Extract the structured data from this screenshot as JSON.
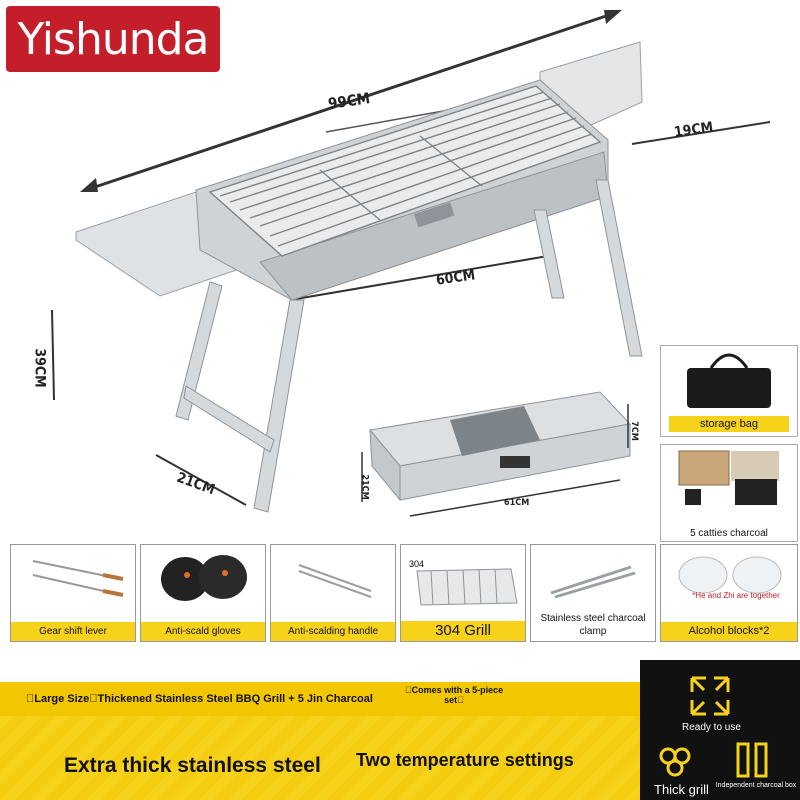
{
  "brand": "Yishunda",
  "dimensions": {
    "length": "99CM",
    "side_shelf": "19CM",
    "grill": "60CM",
    "height": "39CM",
    "depth": "21CM",
    "box_height": "7CM",
    "box_depth": "21CM",
    "box_length": "61CM"
  },
  "side_items": [
    {
      "label": "storage bag"
    },
    {
      "label": "5 catties charcoal"
    },
    {
      "label": "Alcohol blocks*2",
      "note": "*He and Zhi are together"
    }
  ],
  "accessories": [
    {
      "label": "Gear shift lever"
    },
    {
      "label": "Anti-scald gloves"
    },
    {
      "label": "Anti-scalding handle"
    },
    {
      "label": "304 Grill",
      "tag": "304"
    },
    {
      "label": "Stainless steel charcoal clamp"
    }
  ],
  "strip": {
    "left": "\u0000Large Size\u0000Thickened Stainless Steel BBQ Grill + 5 Jin Charcoal",
    "right": "\u0000Comes with a 5-piece set\u0000"
  },
  "bottom": {
    "left": "Extra thick stainless steel",
    "right": "Two temperature settings"
  },
  "feature_box": {
    "ready": "Ready to use",
    "thick": "Thick grill",
    "independent": "Independent charcoal box"
  }
}
